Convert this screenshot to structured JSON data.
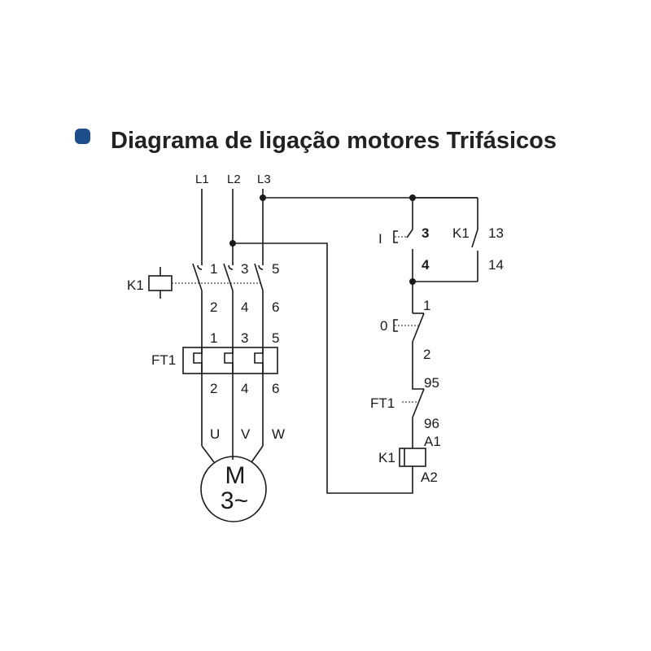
{
  "title": "Diagrama de ligação motores Trifásicos",
  "colors": {
    "bullet": "#1f4e8c",
    "wire": "#1a1a1a"
  },
  "supply_lines": [
    "L1",
    "L2",
    "L3"
  ],
  "contactor_power": {
    "name": "K1",
    "in_terminals": [
      "1",
      "3",
      "5"
    ],
    "out_terminals": [
      "2",
      "4",
      "6"
    ]
  },
  "overload_relay": {
    "name": "FT1",
    "in_terminals": [
      "1",
      "3",
      "5"
    ],
    "out_terminals": [
      "2",
      "4",
      "6"
    ]
  },
  "motor_terminals": [
    "U",
    "V",
    "W"
  ],
  "motor": {
    "line1": "M",
    "line2": "3~"
  },
  "start_button": {
    "symbol": "I",
    "terminal_top": "3",
    "terminal_bottom": "4"
  },
  "holding_contact": {
    "name": "K1",
    "terminal_top": "13",
    "terminal_bottom": "14"
  },
  "stop_button": {
    "symbol": "0",
    "terminal_top": "1",
    "terminal_bottom": "2"
  },
  "overload_contact": {
    "name": "FT1",
    "terminal_top": "95",
    "terminal_bottom": "96"
  },
  "coil": {
    "name": "K1",
    "terminal_top": "A1",
    "terminal_bottom": "A2"
  }
}
